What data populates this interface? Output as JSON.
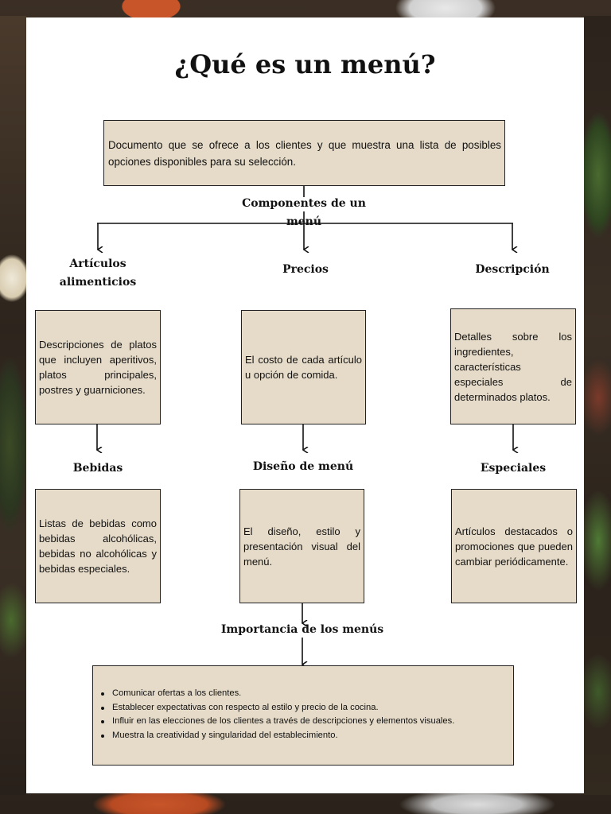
{
  "title": "¿Qué es un menú?",
  "definition": "Documento que se ofrece a los clientes y que muestra una lista de posibles opciones disponibles para su selección.",
  "components_heading": "Componentes de un menú",
  "components": [
    {
      "label": "Artículos alimenticios",
      "text": "Descripciones de platos que incluyen aperitivos, platos principales, postres y guarniciones."
    },
    {
      "label": "Precios",
      "text": "El costo de cada artículo u opción de comida."
    },
    {
      "label": "Descripción",
      "text": "Detalles sobre los ingredientes, características especiales de determinados platos."
    },
    {
      "label": "Bebidas",
      "text": "Listas de bebidas como bebidas alcohólicas, bebidas no alcohólicas y bebidas especiales."
    },
    {
      "label": "Diseño de menú",
      "text": "El diseño, estilo y presentación visual del menú."
    },
    {
      "label": "Especiales",
      "text": "Artículos destacados o promociones que pueden cambiar periódicamente."
    }
  ],
  "importance_heading": "Importancia de los menús",
  "importance_items": [
    "Comunicar ofertas a los clientes.",
    "Establecer expectativas con respecto al estilo y precio de la cocina.",
    "Influir en las elecciones de los clientes a través de descripciones y elementos visuales.",
    "Muestra la creatividad y singularidad del establecimiento."
  ],
  "colors": {
    "box_fill": "#e6dbc8",
    "paper": "#ffffff"
  }
}
